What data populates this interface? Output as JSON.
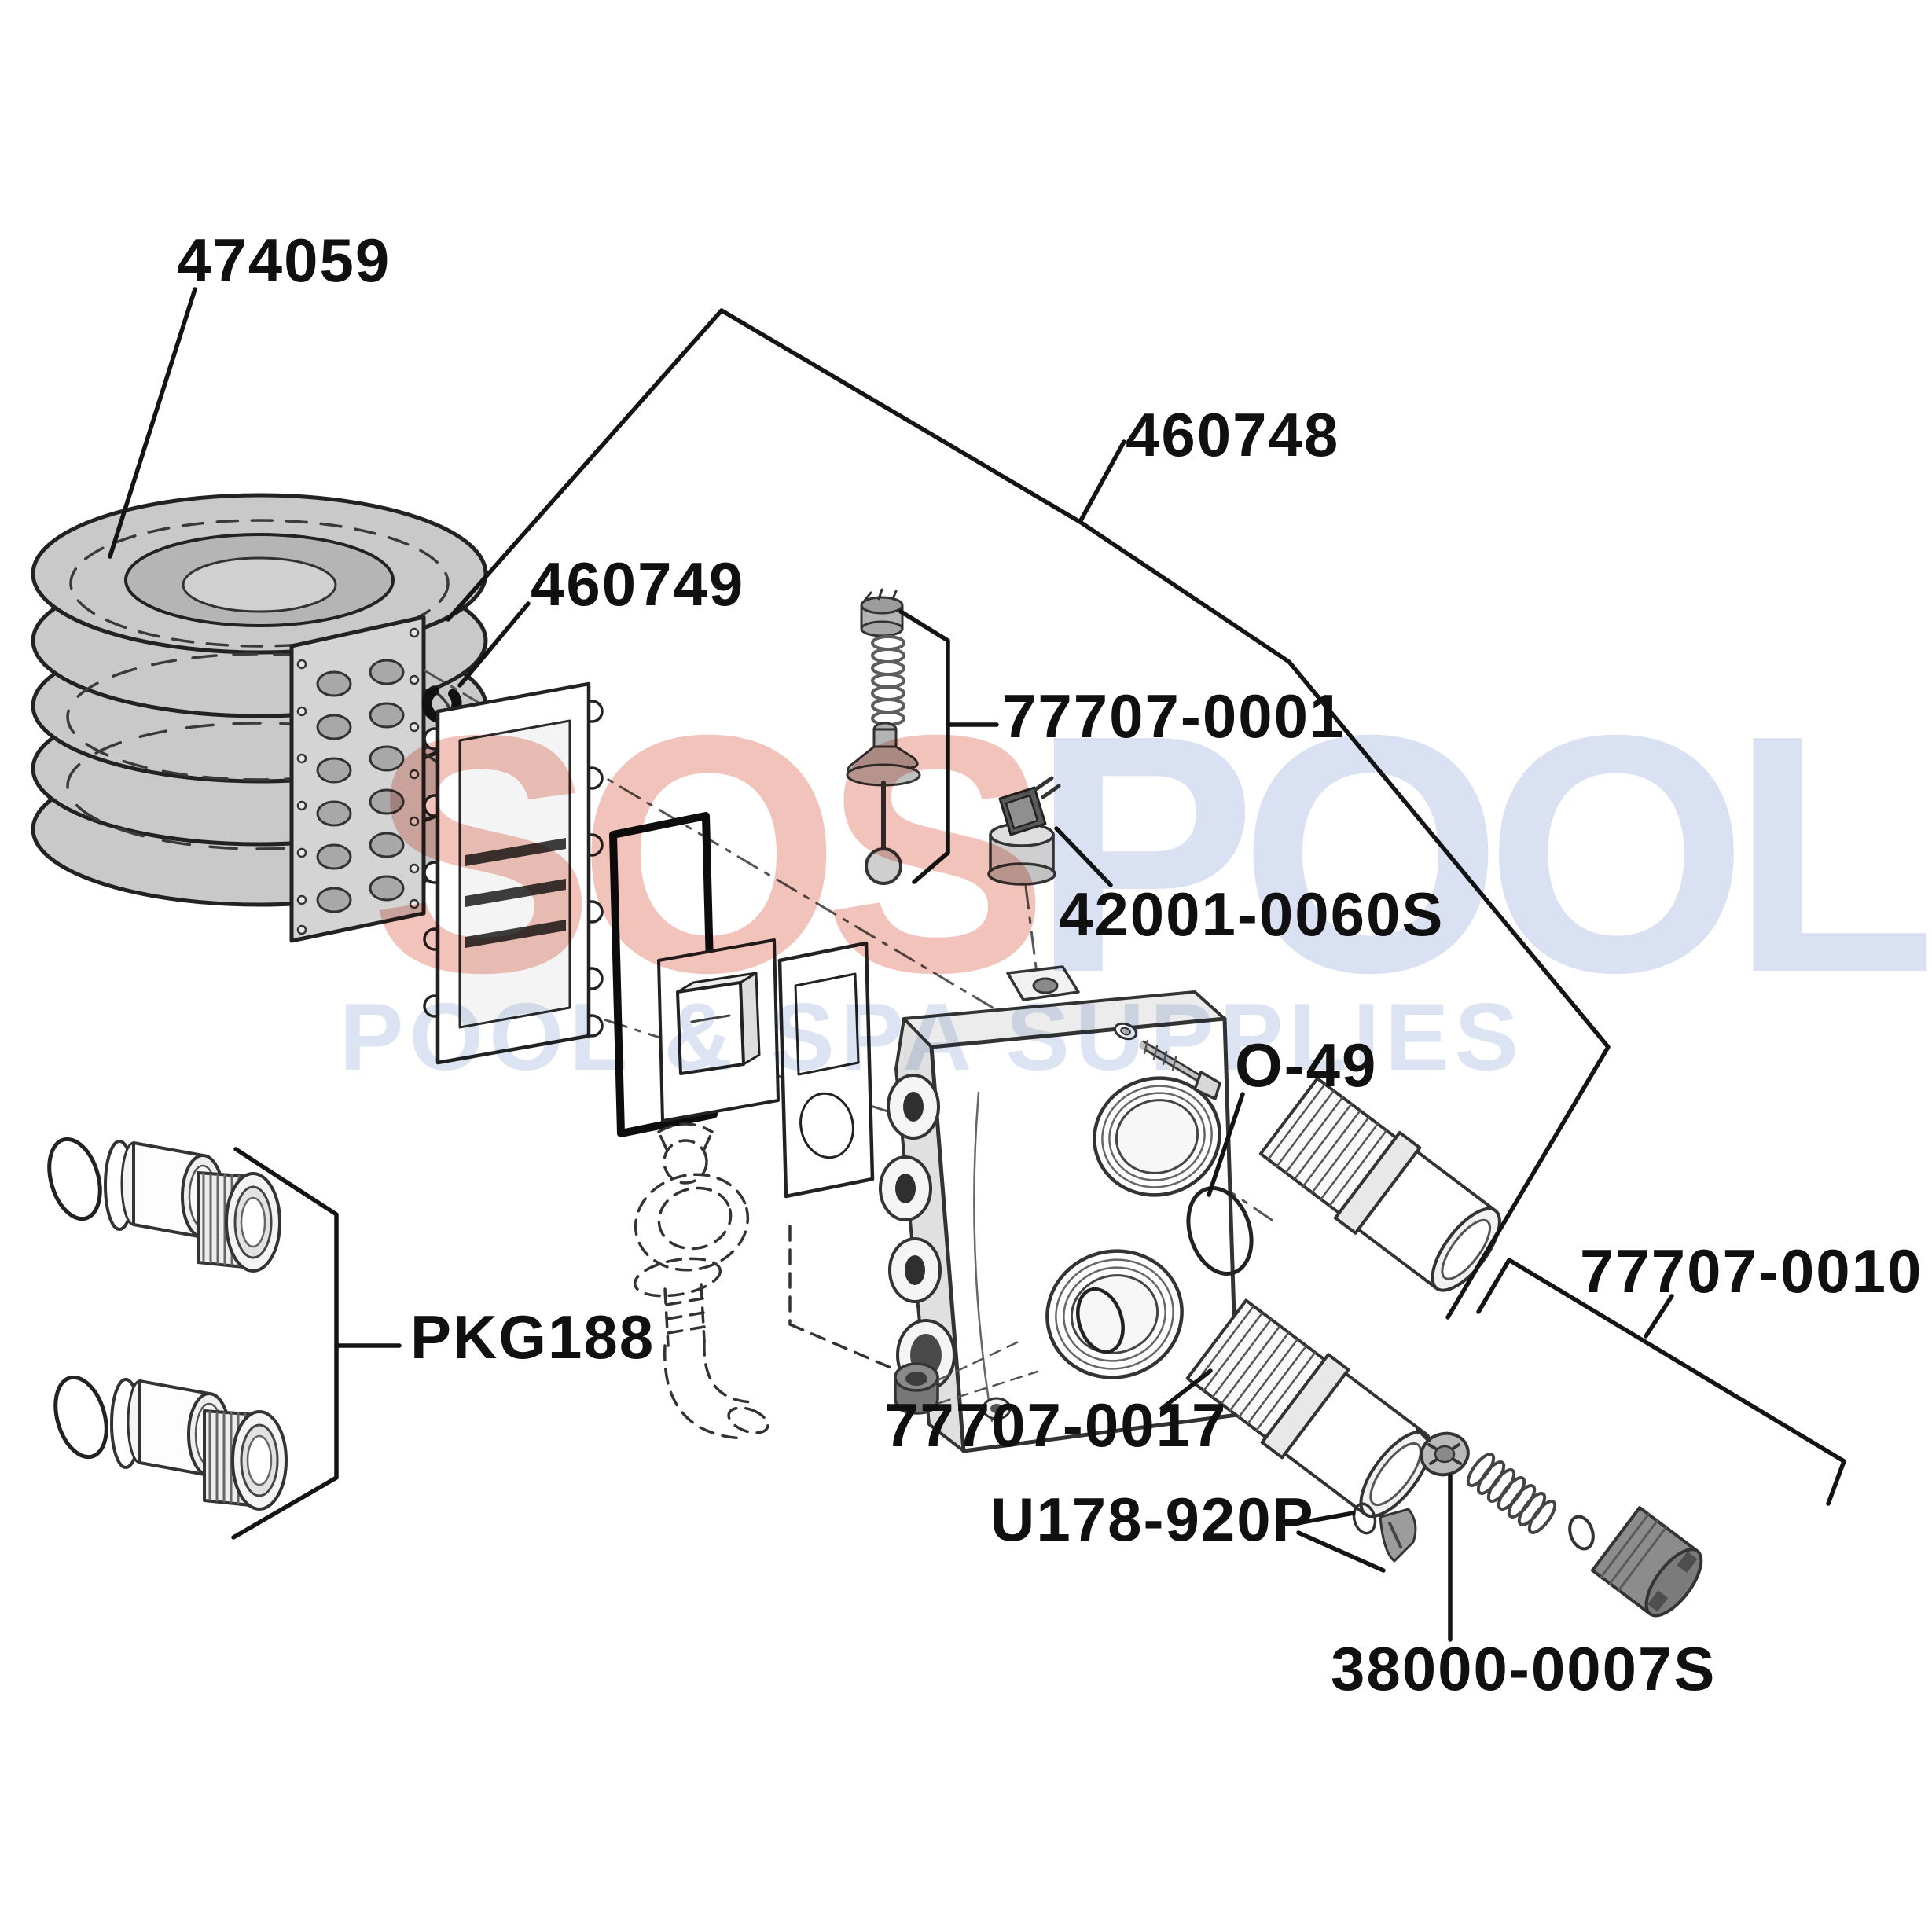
{
  "labels": [
    {
      "name": "heat-exchanger-coil",
      "text": "474059"
    },
    {
      "name": "manifold-plate",
      "text": "460748"
    },
    {
      "name": "retainer-clip",
      "text": "460749"
    },
    {
      "name": "pressure-relief-valve",
      "text": "77707-0001"
    },
    {
      "name": "high-limit-switch",
      "text": "42001-0060S"
    },
    {
      "name": "o-ring",
      "text": "O-49"
    },
    {
      "name": "union-package",
      "text": "PKG188"
    },
    {
      "name": "pipe-adapter",
      "text": "77707-0017"
    },
    {
      "name": "drain-plug-kit",
      "text": "U178-920P"
    },
    {
      "name": "thermal-regulator-kit",
      "text": "77707-0010"
    },
    {
      "name": "thermal-regulator",
      "text": "38000-0007S"
    }
  ],
  "watermark": {
    "brand_red": "SOS",
    "brand_blue": "POOL",
    "tagline": "POOL & SPA SUPPLIES",
    "color_red": "#f2c3ba",
    "color_blue": "#d9e1f3"
  },
  "colors": {
    "line": "#161616",
    "label_text": "#101010",
    "part_gray": "#c9c9c9"
  }
}
